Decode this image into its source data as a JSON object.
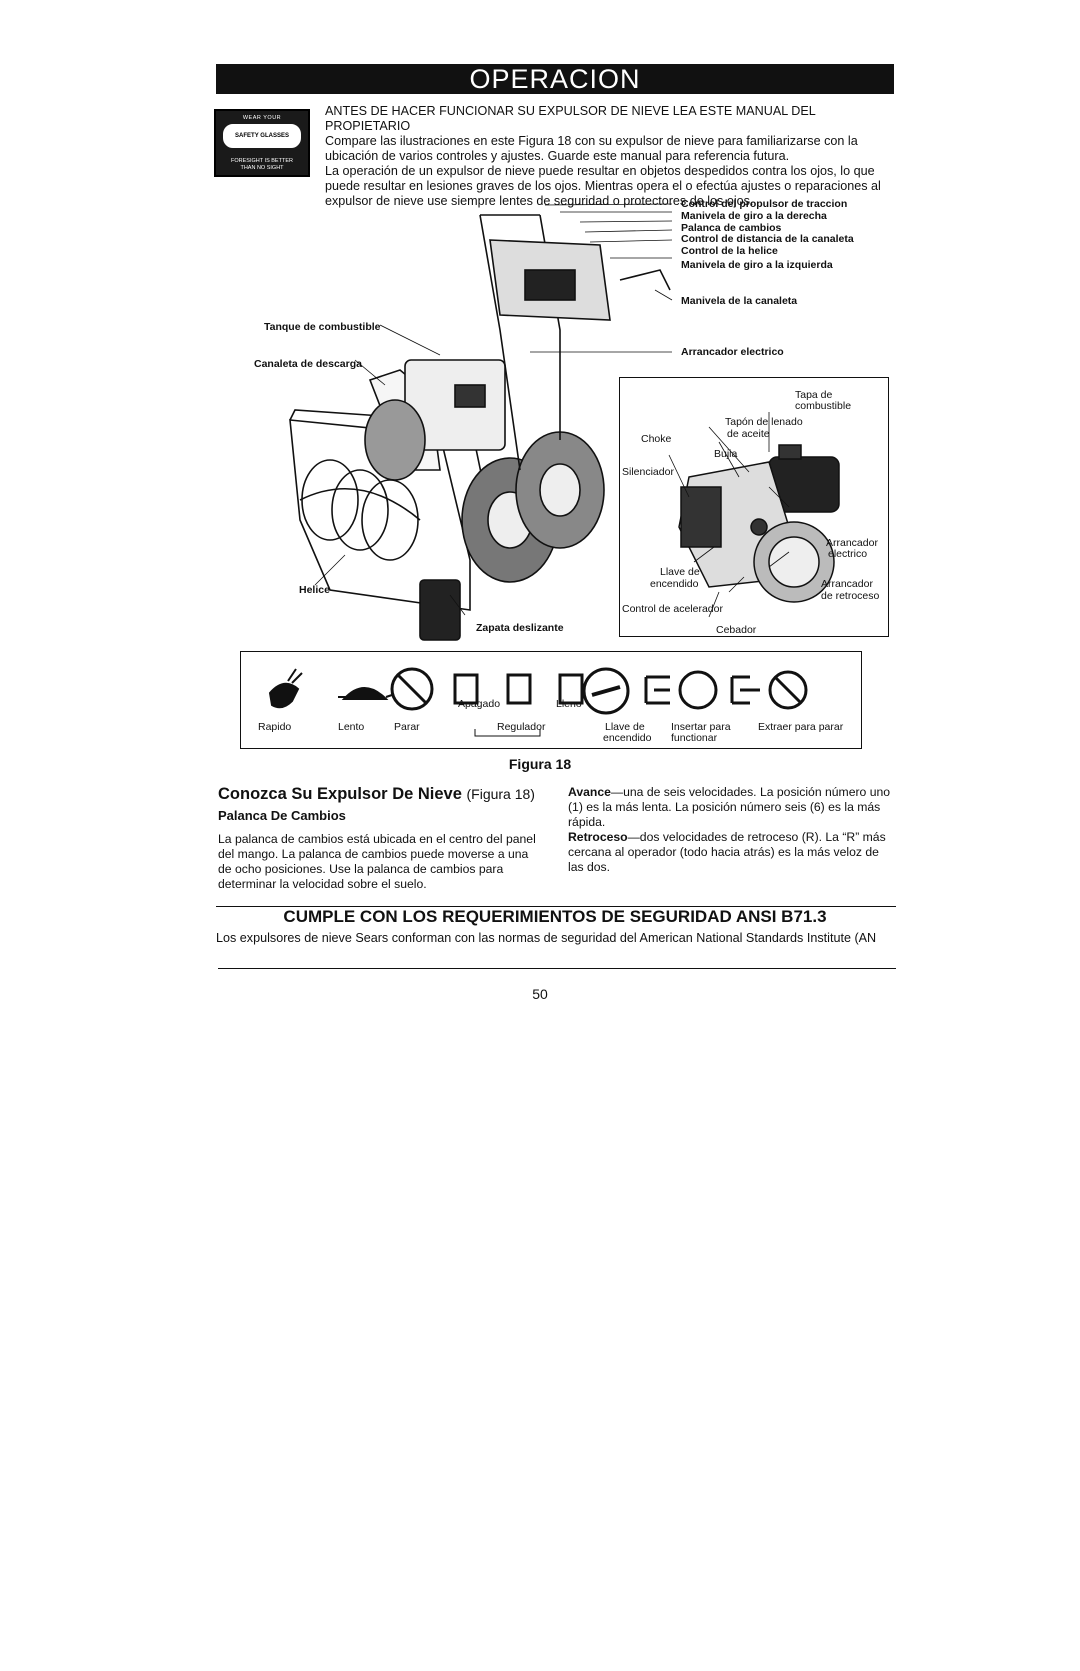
{
  "header": {
    "title": "OPERACION"
  },
  "safety_badge": {
    "top": "WEAR YOUR",
    "goggles": "SAFETY GLASSES",
    "bottom_1": "FORESIGHT IS BETTER",
    "bottom_2": "THAN NO SIGHT"
  },
  "intro": {
    "line_1": "ANTES DE HACER FUNCIONAR SU EXPULSOR DE NIEVE LEA ESTE MANUAL DEL PROPIETARIO",
    "para_1": "Compare las ilustraciones en este Figura 18 con su expulsor de nieve para familiarizarse con la ubicación de varios controles y ajustes. Guarde este manual para referencia futura.",
    "para_2": "La operación de un expulsor de nieve puede resultar en objetos despedidos contra los ojos, lo que puede resultar en lesiones graves de los ojos. Mientras opera el o efectúa ajustes o reparaciones al expulsor de nieve use siempre lentes de seguridad o protectores de los ojos."
  },
  "figure_labels": {
    "traction": "Control del propulsor de traccion",
    "right_turn": "Manivela de giro a la derecha",
    "gear_lever": "Palanca de cambios",
    "chute_distance": "Control de distancia de la canaleta",
    "auger_control": "Control de la helice",
    "left_turn": "Manivela de giro a la izquierda",
    "chute_crank": "Manivela de la canaleta",
    "fuel_tank": "Tanque de combustible",
    "discharge_chute": "Canaleta de descarga",
    "electric_starter": "Arrancador electrico",
    "auger": "Helice",
    "skid_shoe": "Zapata deslizante"
  },
  "engine_labels": {
    "fuel_cap_1": "Tapa de",
    "fuel_cap_2": "combustible",
    "oil_fill_1": "Tapón de lenado",
    "oil_fill_2": "de aceite",
    "choke": "Choke",
    "spark_plug": "Bujia",
    "muffler": "Silenciador",
    "starter_1": "Arrancador",
    "starter_2": "electrico",
    "ignition_1": "Llave de",
    "ignition_2": "encendido",
    "recoil_1": "Arrancador",
    "recoil_2": "de retroceso",
    "throttle": "Control de acelerador",
    "primer": "Cebador"
  },
  "icon_labels": {
    "fast": "Rapido",
    "slow": "Lento",
    "stop": "Parar",
    "off": "Apagado",
    "full": "Lleno",
    "regulator": "Regulador",
    "key_1": "Llave de",
    "key_2": "encendido",
    "insert_1": "Insertar para",
    "insert_2": "functionar",
    "remove": "Extraer para parar"
  },
  "figure_caption": "Figura 18",
  "section": {
    "title": "Conozca Su Expulsor De Nieve",
    "title_ref": "(Figura 18)",
    "subtitle": "Palanca De Cambios",
    "left_text": "La palanca de cambios está ubicada en el centro del panel del mango. La palanca de cambios puede moverse a una de ocho posiciones. Use la palanca de cambios para determinar la velocidad sobre el suelo.",
    "forward_term": "Avance",
    "forward_text": "—una de seis velocidades. La posición número uno (1) es la más lenta. La posición número seis (6) es la más rápida.",
    "reverse_term": "Retroceso",
    "reverse_text": "—dos velocidades de retroceso (R). La “R” más cercana al operador (todo hacia atrás) es la más veloz de las dos."
  },
  "ansi": {
    "title": "CUMPLE CON LOS REQUERIMIENTOS DE SEGURIDAD ANSI B71.3",
    "text": "Los expulsores de nieve Sears conforman con las normas de seguridad del American National Standards Institute (AN"
  },
  "page_number": "50"
}
